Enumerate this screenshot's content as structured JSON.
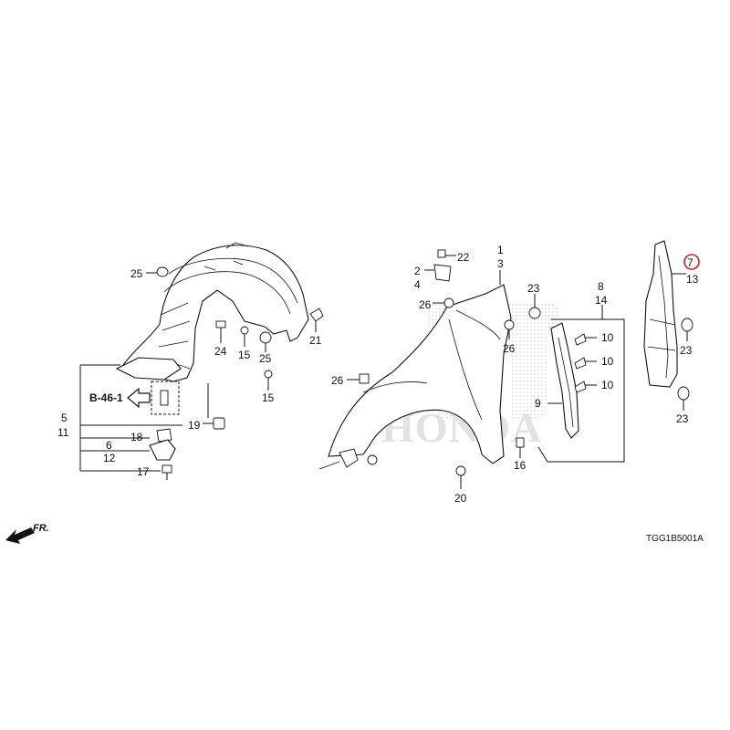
{
  "diagram": {
    "watermark": "HONDA",
    "diagram_code": "TGG1B5001A",
    "direction_label": "FR.",
    "ref_label": "B-46-1",
    "highlight_color": "#d22020",
    "highlighted_part": "7",
    "callouts": {
      "n1": "1",
      "n2": "2",
      "n3": "3",
      "n4": "4",
      "n5": "5",
      "n6": "6",
      "n7": "7",
      "n8": "8",
      "n9": "9",
      "n10a": "10",
      "n10b": "10",
      "n10c": "10",
      "n11": "11",
      "n12": "12",
      "n13": "13",
      "n14": "14",
      "n15a": "15",
      "n15b": "15",
      "n16": "16",
      "n17": "17",
      "n18": "18",
      "n19": "19",
      "n20": "20",
      "n21": "21",
      "n22": "22",
      "n23a": "23",
      "n23b": "23",
      "n23c": "23",
      "n24": "24",
      "n25a": "25",
      "n25b": "25",
      "n26a": "26",
      "n26b": "26"
    }
  }
}
